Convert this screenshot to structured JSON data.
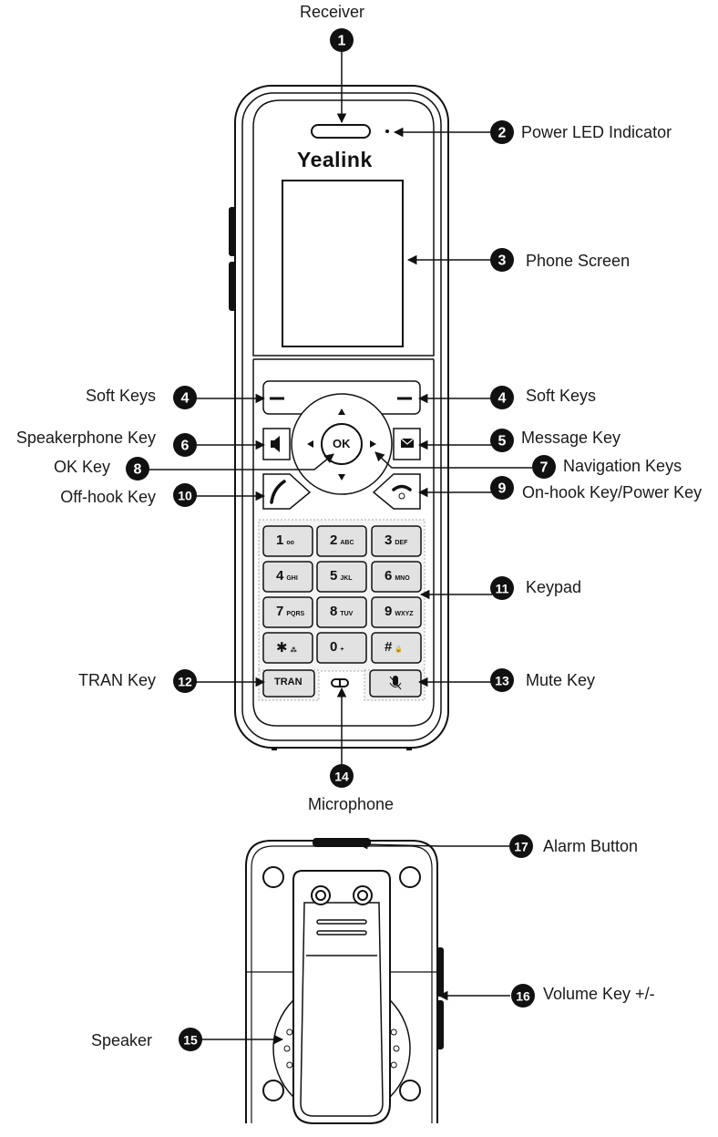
{
  "brand": "Yealink",
  "callouts": [
    {
      "num": "1",
      "label": "Receiver"
    },
    {
      "num": "2",
      "label": "Power LED Indicator"
    },
    {
      "num": "3",
      "label": "Phone Screen"
    },
    {
      "num": "4",
      "label": "Soft Keys"
    },
    {
      "num": "4",
      "label": "Soft Keys"
    },
    {
      "num": "5",
      "label": "Message Key"
    },
    {
      "num": "6",
      "label": "Speakerphone Key"
    },
    {
      "num": "7",
      "label": "Navigation Keys"
    },
    {
      "num": "8",
      "label": "OK Key"
    },
    {
      "num": "9",
      "label": "On-hook Key/Power Key"
    },
    {
      "num": "10",
      "label": "Off-hook Key"
    },
    {
      "num": "11",
      "label": "Keypad"
    },
    {
      "num": "12",
      "label": "TRAN Key"
    },
    {
      "num": "13",
      "label": "Mute Key"
    },
    {
      "num": "14",
      "label": "Microphone"
    },
    {
      "num": "15",
      "label": "Speaker"
    },
    {
      "num": "16",
      "label": "Volume Key +/-"
    },
    {
      "num": "17",
      "label": "Alarm Button"
    }
  ],
  "keys": {
    "ok": "OK",
    "tran": "TRAN",
    "keypad": [
      {
        "main": "1",
        "sub": "oo"
      },
      {
        "main": "2",
        "sub": "ABC"
      },
      {
        "main": "3",
        "sub": "DEF"
      },
      {
        "main": "4",
        "sub": "GHI"
      },
      {
        "main": "5",
        "sub": "JKL"
      },
      {
        "main": "6",
        "sub": "MNO"
      },
      {
        "main": "7",
        "sub": "PQRS"
      },
      {
        "main": "8",
        "sub": "TUV"
      },
      {
        "main": "9",
        "sub": "WXYZ"
      },
      {
        "main": "✱",
        "sub": "⁂"
      },
      {
        "main": "0",
        "sub": "+"
      },
      {
        "main": "#",
        "sub": "🔒"
      }
    ]
  }
}
